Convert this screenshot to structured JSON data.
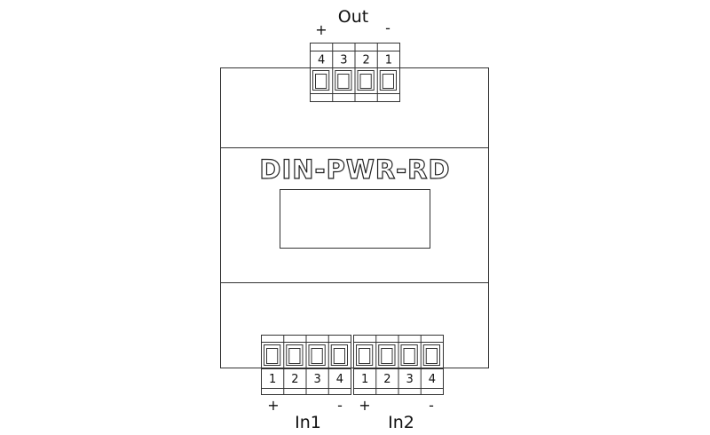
{
  "device": {
    "title": "DIN-PWR-RD"
  },
  "output": {
    "label": "Out",
    "plus": "+",
    "minus": "-",
    "pins": [
      "4",
      "3",
      "2",
      "1"
    ]
  },
  "inputs": [
    {
      "label": "In1",
      "plus": "+",
      "minus": "-",
      "pins": [
        "1",
        "2",
        "3",
        "4"
      ]
    },
    {
      "label": "In2",
      "plus": "+",
      "minus": "-",
      "pins": [
        "1",
        "2",
        "3",
        "4"
      ]
    }
  ]
}
